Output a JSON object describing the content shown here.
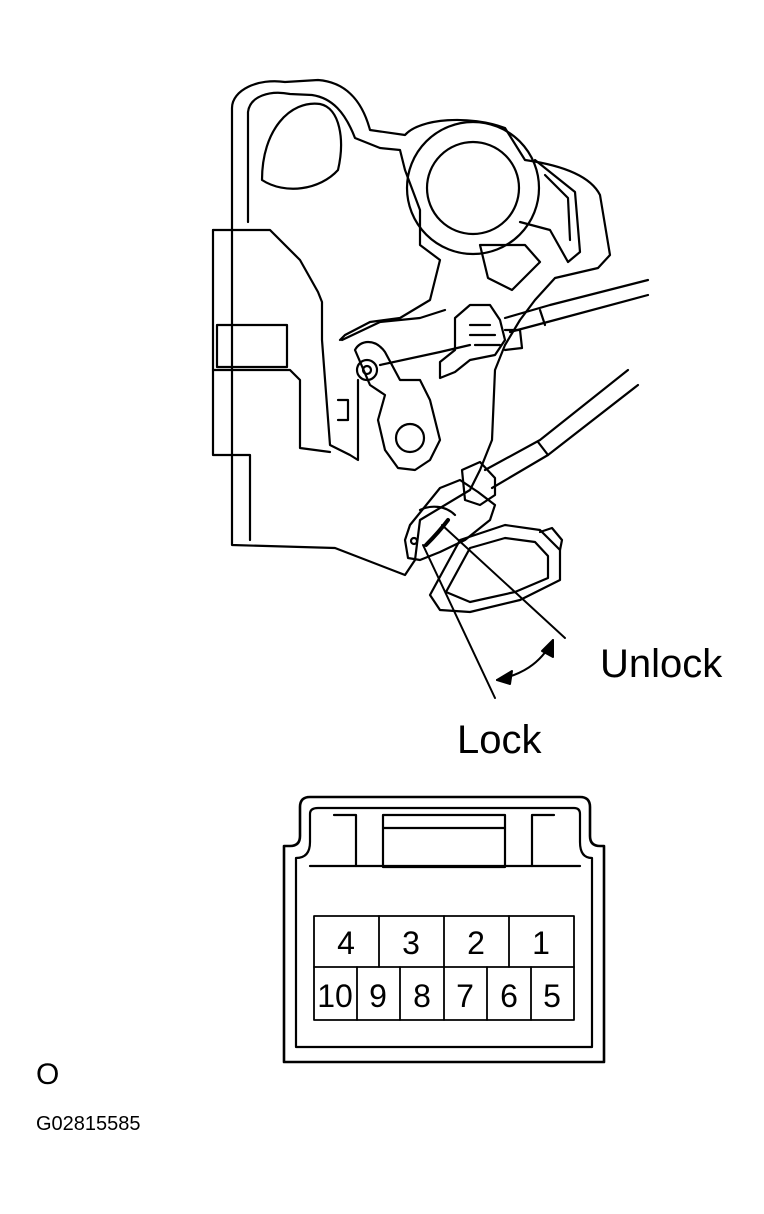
{
  "labels": {
    "unlock": "Unlock",
    "lock": "Lock",
    "view_mark": "O",
    "figure_code": "G02815585"
  },
  "connector": {
    "top_row": [
      "4",
      "3",
      "2",
      "1"
    ],
    "bottom_row": [
      "10",
      "9",
      "8",
      "7",
      "6",
      "5"
    ]
  },
  "colors": {
    "line": "#000000",
    "background": "#ffffff"
  }
}
